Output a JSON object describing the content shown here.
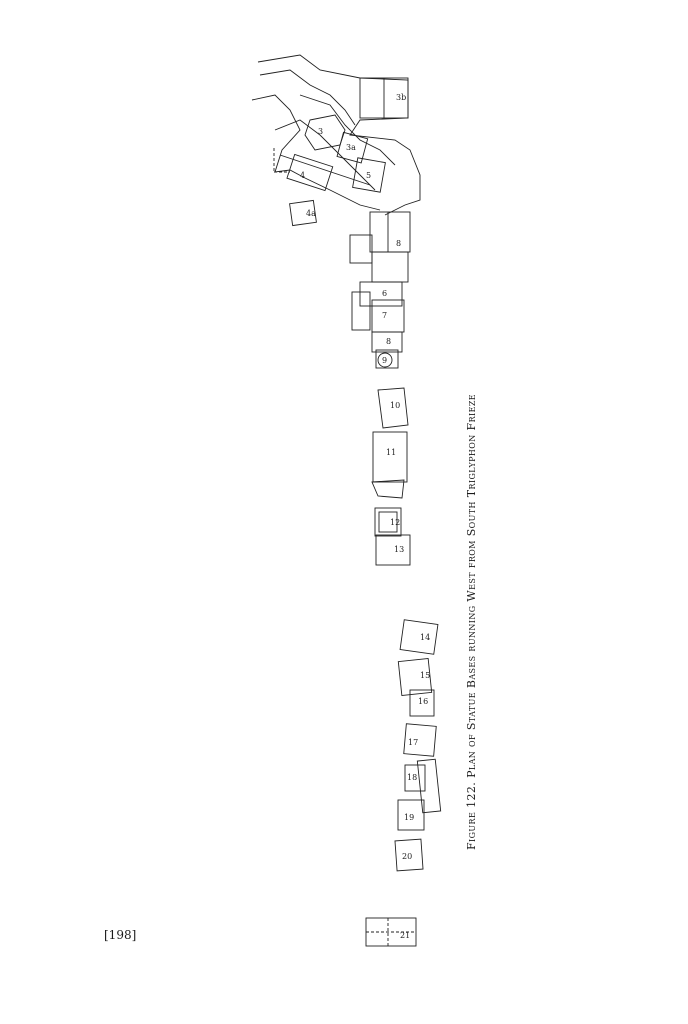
{
  "figure": {
    "caption": "Figure 122. Plan of Statue Bases running West from South Triglyphon Frieze"
  },
  "page": {
    "number": "[198]"
  },
  "plan_labels": [
    "3",
    "4",
    "5",
    "6",
    "7",
    "8",
    "9",
    "10",
    "11",
    "12",
    "13",
    "14",
    "15",
    "16",
    "17",
    "18",
    "19",
    "20",
    "21",
    "3a",
    "3b",
    "4a",
    "8"
  ]
}
